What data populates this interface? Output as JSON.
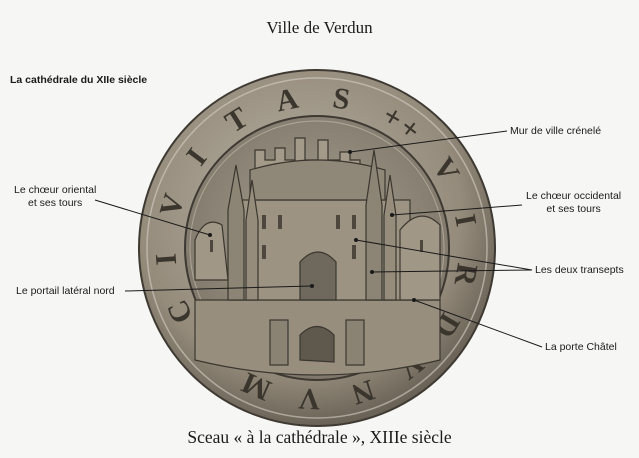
{
  "title": "Ville de Verdun",
  "subtitle": "La cathédrale du XIIe siècle",
  "caption": "Sceau « à la cathédrale », XIIIe siècle",
  "seal": {
    "legend_letters": [
      "+",
      "V",
      "I",
      "R",
      "D",
      "V",
      "N",
      "V",
      "M",
      "·",
      "C",
      "I",
      "V",
      "I",
      "T",
      "A",
      "S",
      "+"
    ]
  },
  "labels": {
    "mur": "Mur de ville crénelé",
    "choeur_oriental_l1": "Le chœur oriental",
    "choeur_oriental_l2": "et ses tours",
    "choeur_occidental_l1": "Le chœur occidental",
    "choeur_occidental_l2": "et ses tours",
    "transepts": "Les deux transepts",
    "portail": "Le portail latéral nord",
    "porte": "La porte Châtel"
  }
}
